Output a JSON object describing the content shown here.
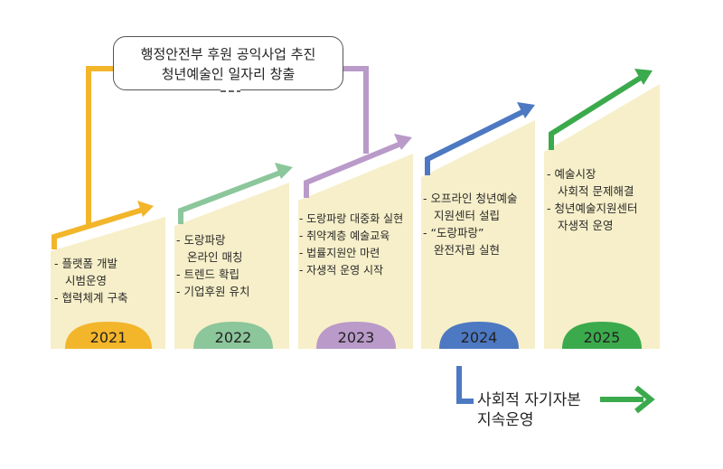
{
  "callout": {
    "line1": "행정안전부 후원 공익사업 추진",
    "line2": "청년예술인 일자리 창출"
  },
  "stages": [
    {
      "year": "2021",
      "color": "#F3B52A",
      "label_bg": "#F3B52A",
      "items": [
        "- 플랫폼 개발",
        "  시범운영",
        "- 협력체계 구축"
      ]
    },
    {
      "year": "2022",
      "color": "#8CC69B",
      "label_bg": "#8CC69B",
      "items": [
        "- 도랑파랑",
        "  온라인 매칭",
        "- 트렌드 확립",
        "- 기업후원 유치"
      ]
    },
    {
      "year": "2023",
      "color": "#B99AC9",
      "label_bg": "#B99AC9",
      "items": [
        "- 도랑파랑 대중화 실현",
        "- 취약계층 예술교육",
        "- 법률지원안 마련",
        "- 자생적 운영 시작"
      ]
    },
    {
      "year": "2024",
      "color": "#4D78C2",
      "label_bg": "#4D78C2",
      "items": [
        "- 오프라인 청년예술",
        "  지원센터 설립",
        "- “도랑파랑”",
        "  완전자립 실현"
      ]
    },
    {
      "year": "2025",
      "color": "#3BAA4C",
      "label_bg": "#3BAA4C",
      "items": [
        "- 예술시장",
        "  사회적 문제해결",
        "- 청년예술지원센터",
        "  자생적 운영"
      ]
    }
  ],
  "summary": {
    "line1": "사회적 자기자본",
    "line2": "지속운영"
  },
  "colors": {
    "card": "#F6EFC9",
    "summary_arrow": "#3BAA4C",
    "summary_connector": "#4D78C2"
  }
}
